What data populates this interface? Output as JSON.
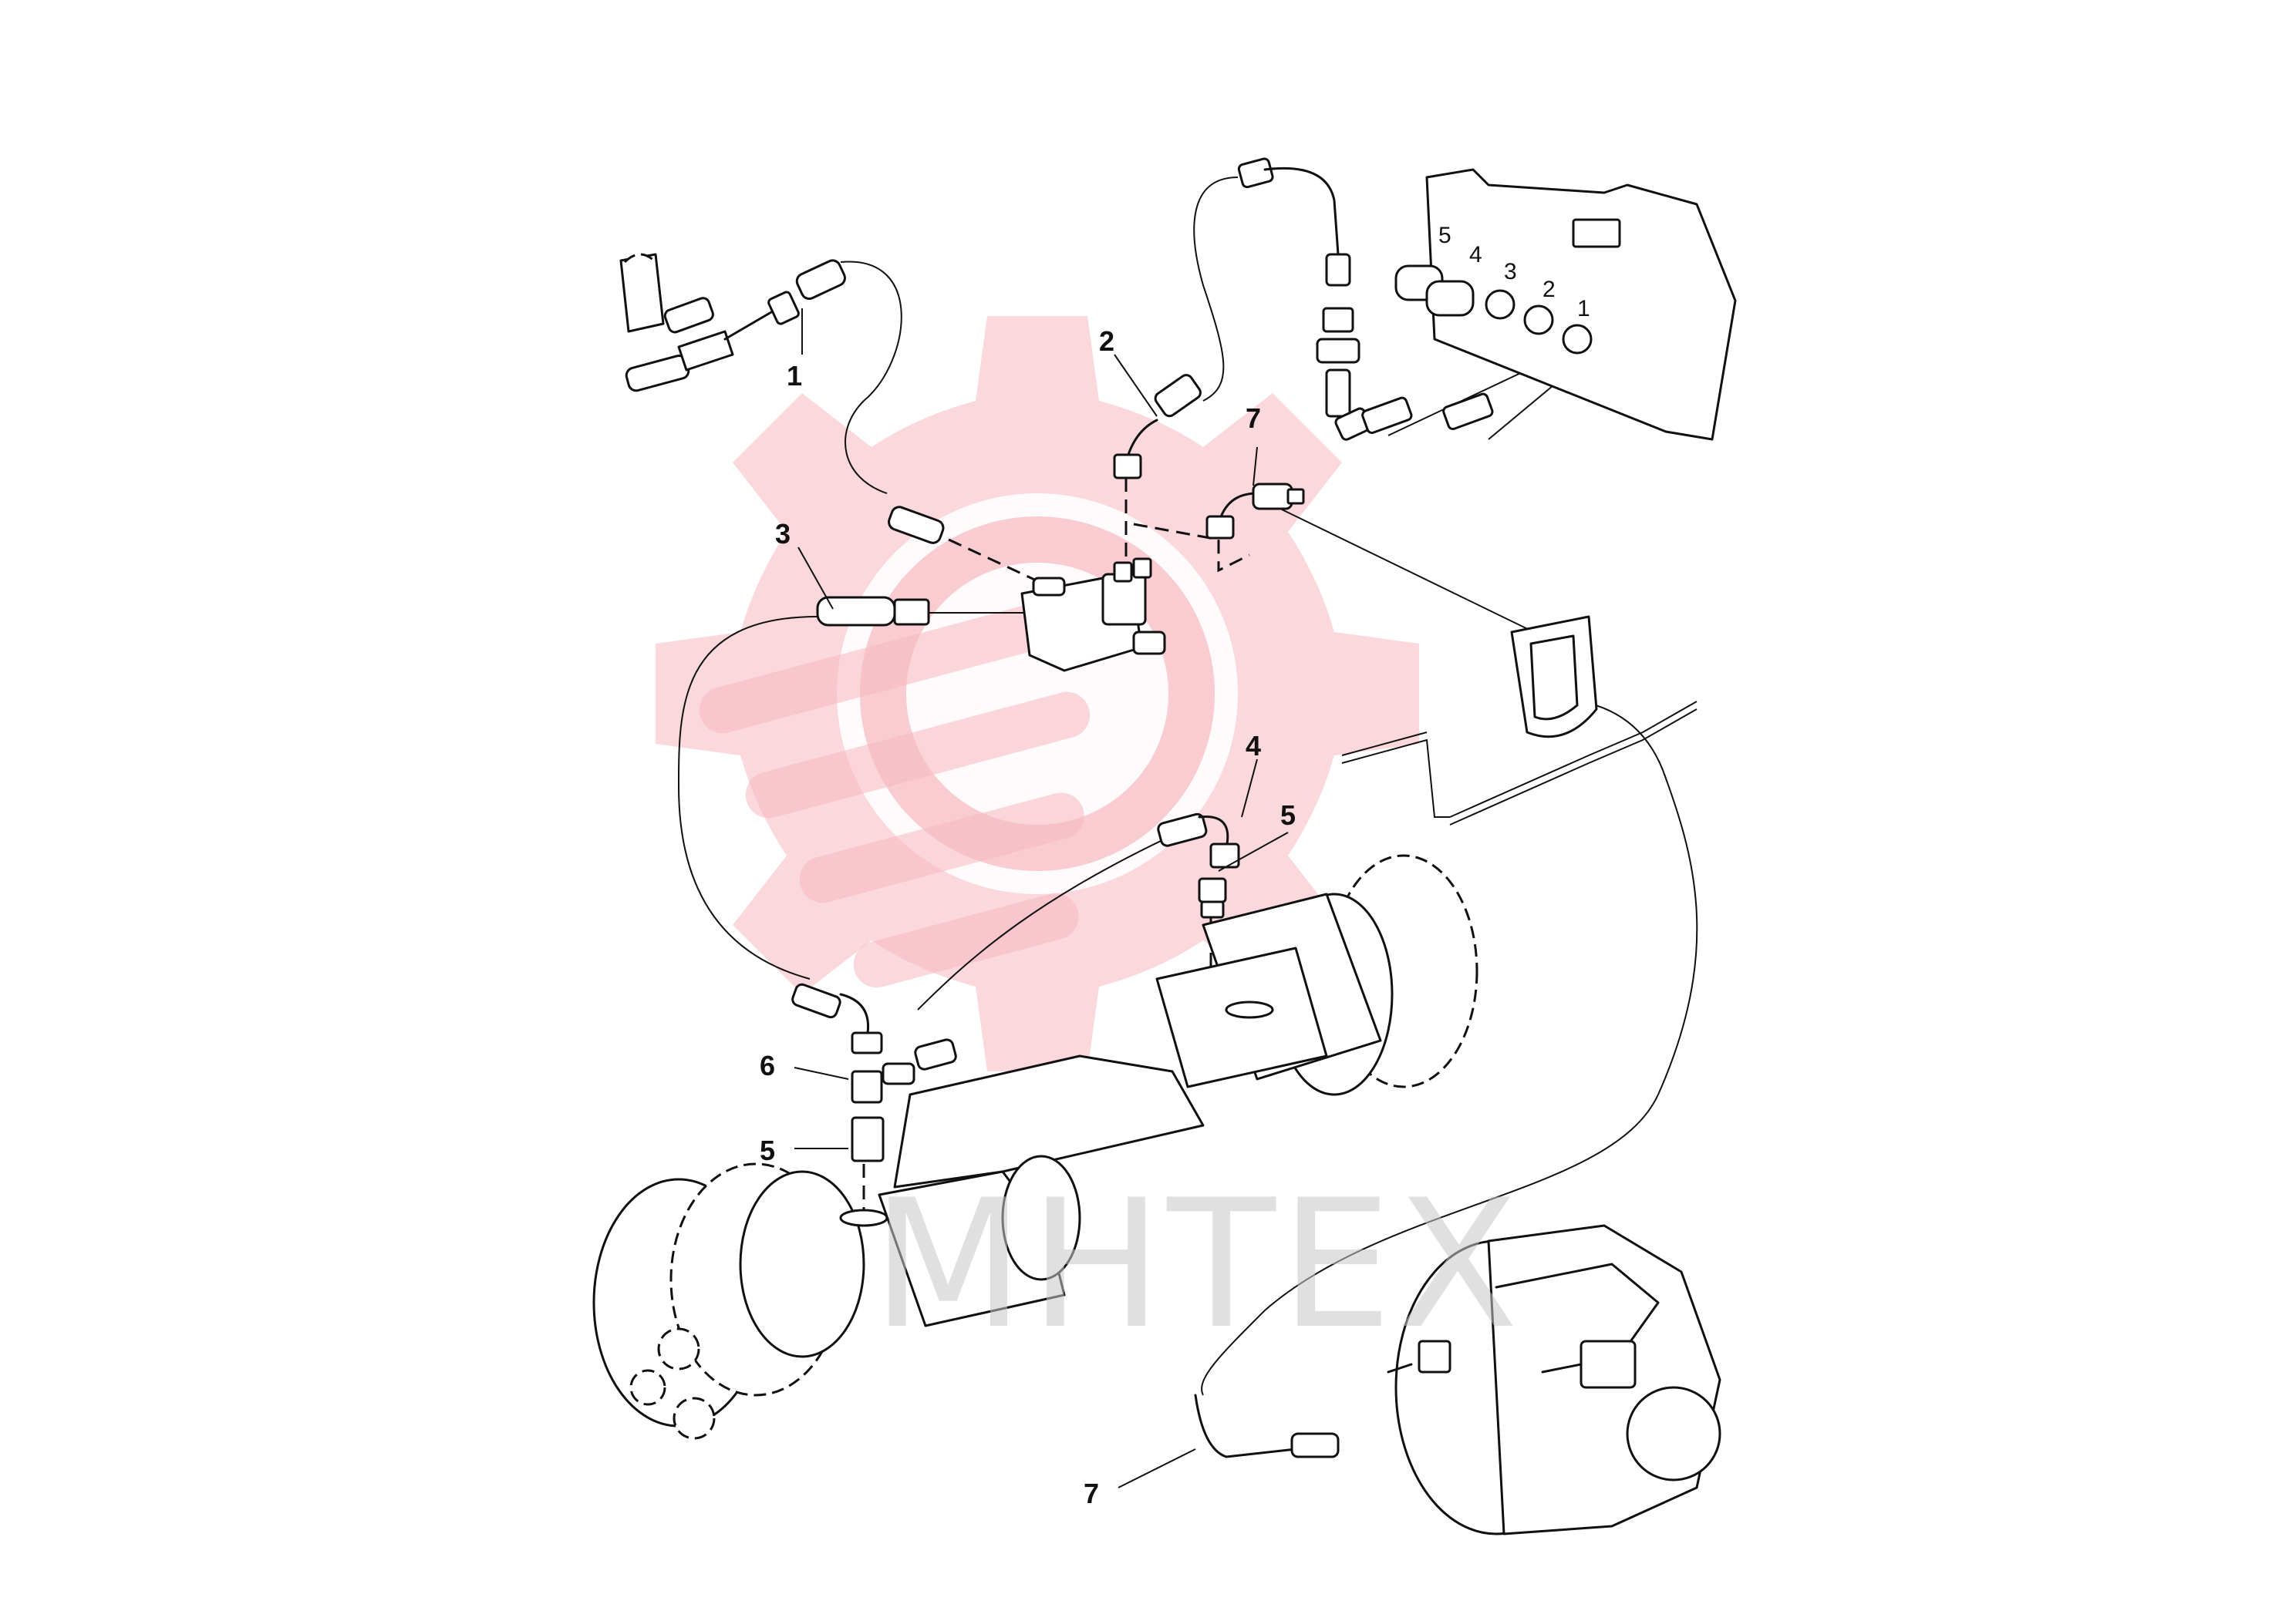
{
  "diagram": {
    "callouts": [
      {
        "id": "c1",
        "text": "1"
      },
      {
        "id": "c2",
        "text": "2"
      },
      {
        "id": "c3",
        "text": "3"
      },
      {
        "id": "c4",
        "text": "4"
      },
      {
        "id": "c5a",
        "text": "5"
      },
      {
        "id": "c5b",
        "text": "5"
      },
      {
        "id": "c6",
        "text": "6"
      },
      {
        "id": "c7a",
        "text": "7"
      },
      {
        "id": "c7b",
        "text": "7"
      }
    ],
    "panel_ports": [
      {
        "id": "p5",
        "text": "5"
      },
      {
        "id": "p4",
        "text": "4"
      },
      {
        "id": "p3",
        "text": "3"
      },
      {
        "id": "p2",
        "text": "2"
      },
      {
        "id": "p1",
        "text": "1"
      }
    ]
  },
  "watermark": {
    "text": "MHTEX",
    "gear_color": "#f6b8c0"
  },
  "colors": {
    "line": "#111111",
    "background": "#ffffff"
  }
}
